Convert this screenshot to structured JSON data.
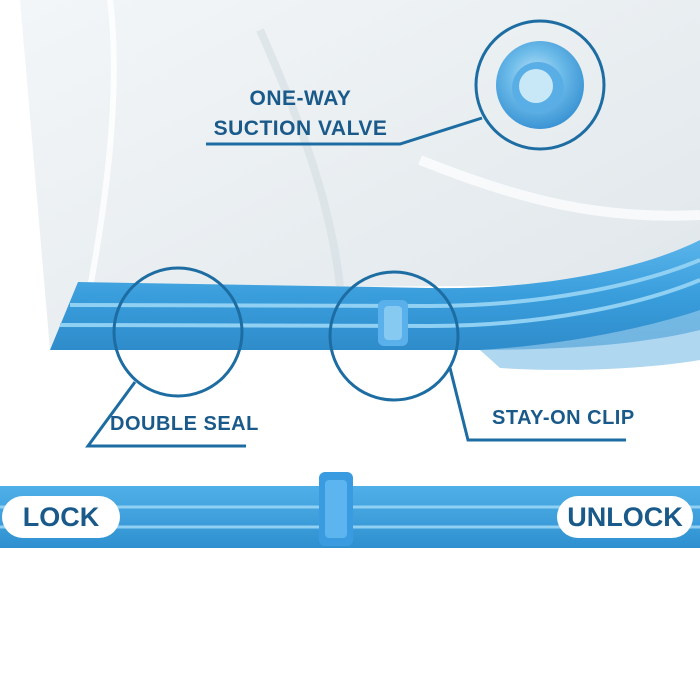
{
  "callouts": {
    "valve": {
      "line1": "ONE-WAY",
      "line2": "SUCTION VALVE"
    },
    "seal": "DOUBLE SEAL",
    "clip": "STAY-ON CLIP"
  },
  "slider": {
    "left_label": "LOCK",
    "right_label": "UNLOCK"
  },
  "colors": {
    "label_text": "#1a5a8a",
    "callout_ring": "#1d6da3",
    "zipper_blue": "#3aa0de",
    "valve_blue": "#4aa3e0"
  }
}
